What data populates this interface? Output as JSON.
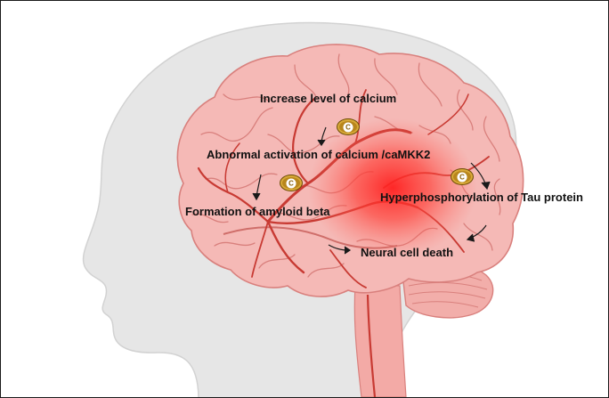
{
  "labels": {
    "calcium": "Increase level of calcium",
    "activation": "Abnormal activation of calcium /caMKK2",
    "amyloid": "Formation of amyloid beta",
    "tau": "Hyperphosphorylation of Tau protein",
    "death": "Neural  cell death"
  },
  "badge_letter": "C",
  "colors": {
    "brain_fill": "#f4b7b4",
    "brain_fold": "#d9807d",
    "vessel": "#c83a33",
    "hotspot": "#ff1f1f",
    "head": "#e2e2e2",
    "badge": "#b8861c"
  },
  "icons": [
    "head-silhouette",
    "brain-illustration",
    "blood-vessels",
    "calcium-badge-icon",
    "arrow-icon"
  ]
}
